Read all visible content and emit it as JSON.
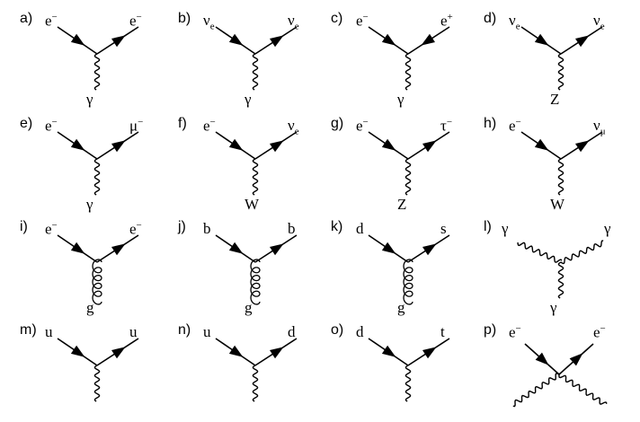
{
  "diagrams": [
    {
      "tag": "a)",
      "left": "e<sup>−</sup>",
      "right": "e<sup>−</sup>",
      "bottom": "γ",
      "boson": "wavy",
      "type": "vertex"
    },
    {
      "tag": "b)",
      "left": "ν<sub>e</sub>",
      "right": "ν<sub>e</sub>",
      "bottom": "γ",
      "boson": "wavy",
      "type": "vertex"
    },
    {
      "tag": "c)",
      "left": "e<sup>−</sup>",
      "right": "e<sup>+</sup>",
      "bottom": "γ",
      "boson": "wavy",
      "type": "vertex-in"
    },
    {
      "tag": "d)",
      "left": "ν<sub>e</sub>",
      "right": "ν<sub>e</sub>",
      "bottom": "Z",
      "boson": "wavy",
      "type": "vertex"
    },
    {
      "tag": "e)",
      "left": "e<sup>−</sup>",
      "right": "μ<sup>−</sup>",
      "bottom": "γ",
      "boson": "wavy",
      "type": "vertex"
    },
    {
      "tag": "f)",
      "left": "e<sup>−</sup>",
      "right": "ν<sub>e</sub>",
      "bottom": "W",
      "boson": "wavy",
      "type": "vertex"
    },
    {
      "tag": "g)",
      "left": "e<sup>−</sup>",
      "right": "τ<sup>−</sup>",
      "bottom": "Z",
      "boson": "wavy",
      "type": "vertex"
    },
    {
      "tag": "h)",
      "left": "e<sup>−</sup>",
      "right": "ν<sub>μ</sub>",
      "bottom": "W",
      "boson": "wavy",
      "type": "vertex"
    },
    {
      "tag": "i)",
      "left": "e<sup>−</sup>",
      "right": "e<sup>−</sup>",
      "bottom": "g",
      "boson": "gluon",
      "type": "vertex"
    },
    {
      "tag": "j)",
      "left": "b",
      "right": "b",
      "bottom": "g",
      "boson": "gluon",
      "type": "vertex"
    },
    {
      "tag": "k)",
      "left": "d",
      "right": "s",
      "bottom": "g",
      "boson": "gluon",
      "type": "vertex"
    },
    {
      "tag": "l)",
      "left": "γ",
      "right": "γ",
      "bottom": "γ",
      "boson": "wavy",
      "type": "three-photon"
    },
    {
      "tag": "m)",
      "left": "u",
      "right": "u",
      "bottom": "",
      "boson": "wavy",
      "type": "vertex"
    },
    {
      "tag": "n)",
      "left": "u",
      "right": "d",
      "bottom": "",
      "boson": "wavy",
      "type": "vertex"
    },
    {
      "tag": "o)",
      "left": "d",
      "right": "t",
      "bottom": "",
      "boson": "wavy",
      "type": "vertex"
    },
    {
      "tag": "p)",
      "left": "e<sup>−</sup>",
      "right": "e<sup>−</sup>",
      "bottom": "",
      "boson": "wavy",
      "type": "four-point"
    }
  ]
}
